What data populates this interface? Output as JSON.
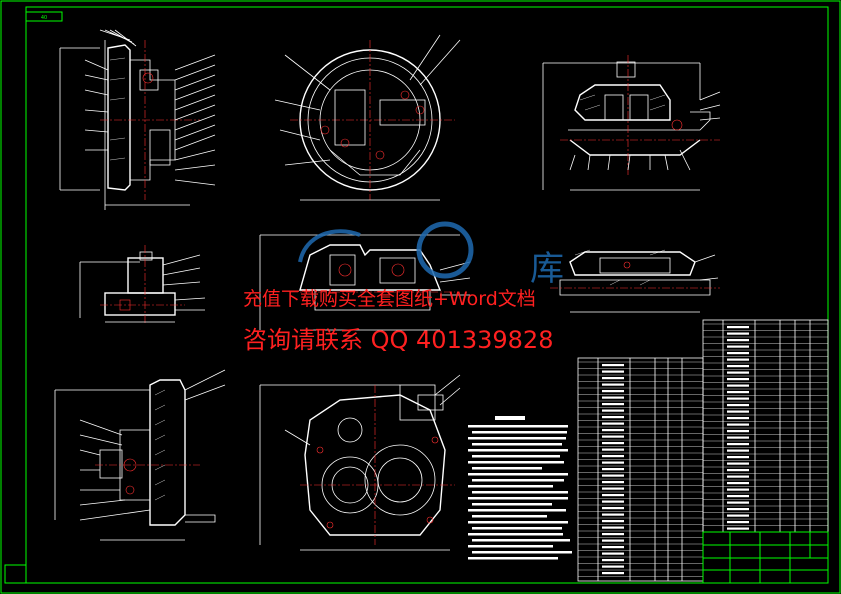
{
  "frame": {
    "title_tag": "40"
  },
  "watermark": {
    "line1": "充值下载购买全套图纸+Word文档",
    "line2": "咨询请联系 QQ 401339828"
  },
  "logo": {
    "char": "库"
  },
  "colors": {
    "background": "#000000",
    "border": "#00ff00",
    "lines": "#ffffff",
    "centerlines": "#ff3030",
    "watermark": "#ff2020",
    "logo": "#1e6ab0"
  }
}
